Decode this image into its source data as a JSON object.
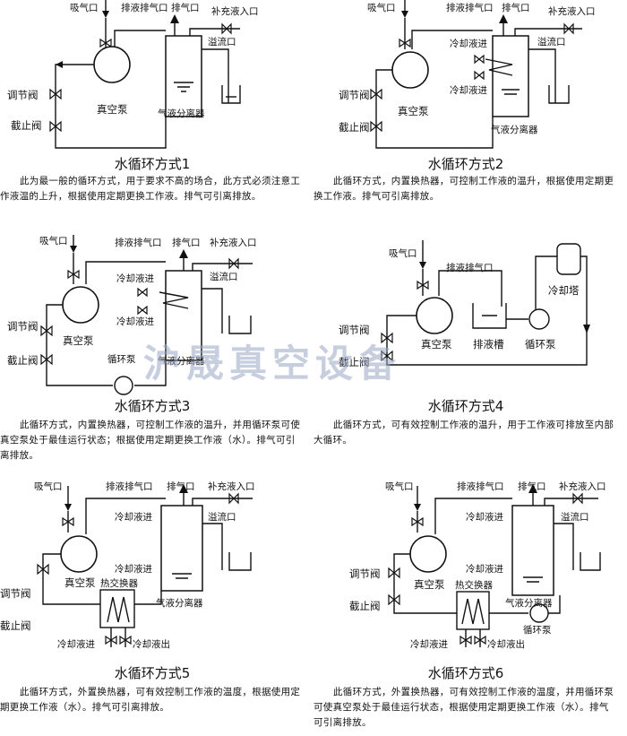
{
  "watermark": "沪晟真空设备",
  "labels": {
    "intake": "吸气口",
    "drain_exhaust": "排液排气口",
    "exhaust": "排气口",
    "makeup_inlet": "补充液入口",
    "overflow": "溢流口",
    "regulating_valve": "调节阀",
    "shutoff_valve": "截止阀",
    "vacuum_pump": "真空泵",
    "separator": "气液分离器",
    "coolant_in": "冷却液进",
    "coolant_out": "冷却液出",
    "circulation_pump": "循环泵",
    "cooling_tower": "冷却塔",
    "drain_tank": "排液槽",
    "heat_exchanger": "热交换器"
  },
  "panels": [
    {
      "caption": "水循环方式1",
      "description": "此为最一般的循环方式，用于要求不高的场合，此方式必须注意工作液温的上升，根据使用定期更换工作液。排气可引离排放。"
    },
    {
      "caption": "水循环方式2",
      "description": "此循环方式，内置换热器，可控制工作液的温升，根据使用定期更换工作液。排气可引离排放。"
    },
    {
      "caption": "水循环方式3",
      "description": "此循环方式，内置换热器，可控制工作液的温升，并用循环泵可使真空泵处于最佳运行状态；根据使用定期更换工作液（水）。排气可引离排放。"
    },
    {
      "caption": "水循环方式4",
      "description": "此循环方式，可有效控制工作液的温升，用于工作液可排放至内部大循环。"
    },
    {
      "caption": "水循环方式5",
      "description": "此循环方式，外置换热器，可有效控制工作液的温度，根据使用定期更换工作液（水）。排气可引离排放。"
    },
    {
      "caption": "水循环方式6",
      "description": "此循环方式，外置换热器，可有效控制工作液的温度，并用循环泵可使真空泵处于最佳运行状态，根据使用定期更换工作液（水）。排气可引离排放。"
    }
  ]
}
